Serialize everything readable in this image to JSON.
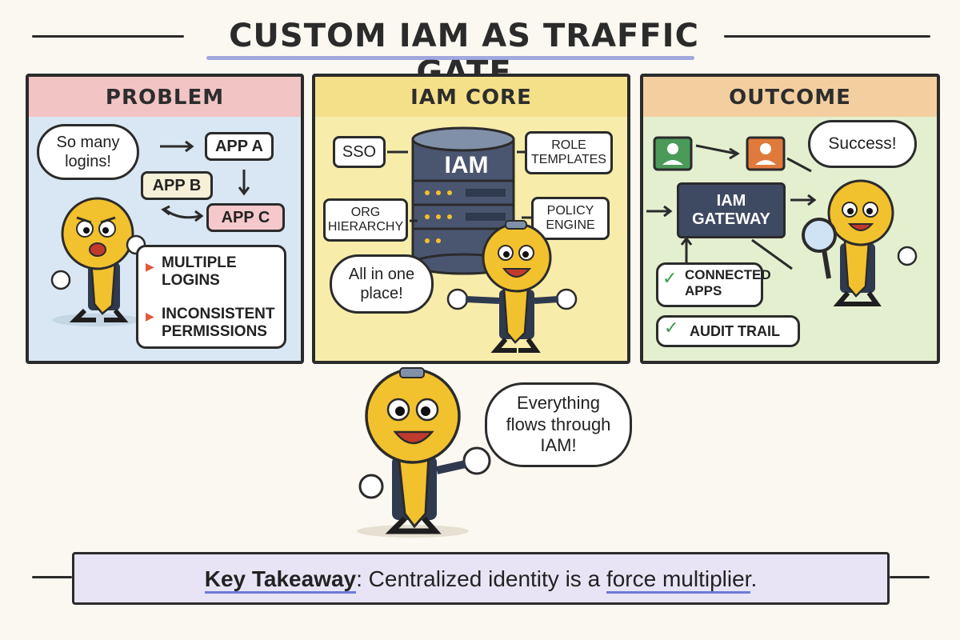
{
  "title": "CUSTOM IAM AS TRAFFIC GATE",
  "panels": {
    "problem": {
      "heading": "PROBLEM",
      "bubble": "So many logins!",
      "apps": [
        "APP A",
        "APP B",
        "APP C"
      ],
      "items": [
        "MULTIPLE LOGINS",
        "INCONSISTENT PERMISSIONS"
      ]
    },
    "core": {
      "heading": "IAM CORE",
      "server_label": "IAM",
      "features": [
        "SSO",
        "ROLE TEMPLATES",
        "ORG HIERARCHY",
        "POLICY ENGINE"
      ],
      "bubble": "All in one place!"
    },
    "outcome": {
      "heading": "OUTCOME",
      "gateway": "IAM GATEWAY",
      "bubble": "Success!",
      "items": [
        "CONNECTED APPS",
        "AUDIT TRAIL"
      ]
    }
  },
  "center_bubble": "Everything flows through IAM!",
  "takeaway": {
    "label": "Key Takeaway",
    "sep": ":",
    "text_before": " Centralized identity is a ",
    "emphasis": "force multiplier",
    "text_after": "."
  },
  "colors": {
    "problem_bg": "#d8e7f3",
    "problem_head": "#f2c4c4",
    "core_bg": "#f7ecaa",
    "core_head": "#f5e08a",
    "outcome_bg": "#e4efd0",
    "outcome_head": "#f3cfa0",
    "character": "#f2c12e",
    "accent": "#8b93d8"
  }
}
